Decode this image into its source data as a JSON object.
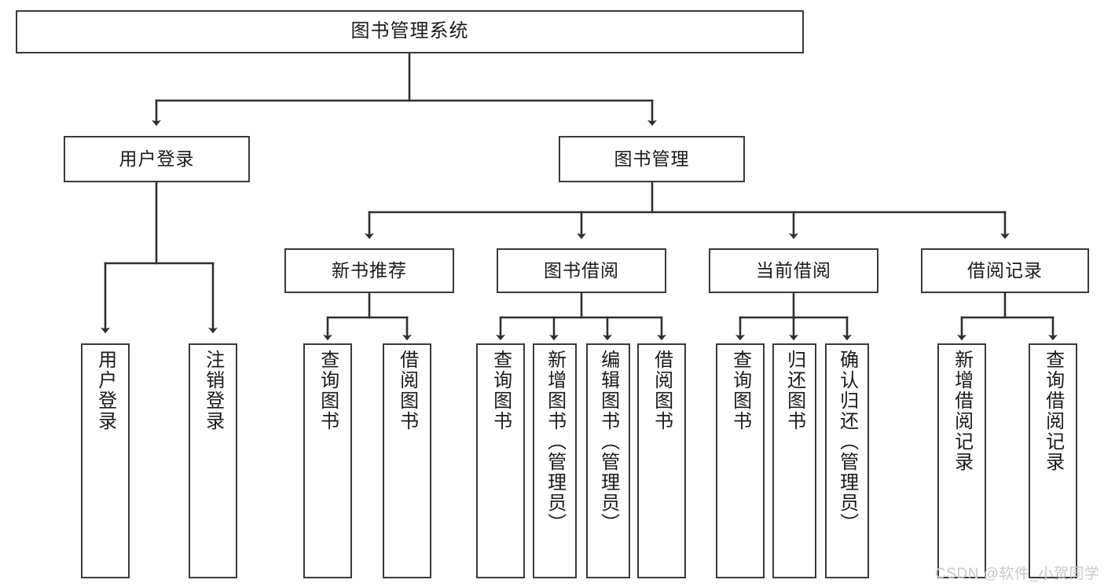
{
  "diagram": {
    "title": "图书管理系统",
    "type": "tree",
    "orientation": "top-down",
    "colors": {
      "box_border": "#3a3a3a",
      "box_fill": "#ffffff",
      "edge": "#2f2f2f",
      "text": "#1a1a1a",
      "watermark": "#c9c9c9",
      "background": "#ffffff"
    },
    "watermark": "CSDN @软件_小贺同学",
    "nodes": {
      "root": {
        "label": "图书管理系统"
      },
      "level2": [
        {
          "id": "user-login",
          "label": "用户登录"
        },
        {
          "id": "book-manage",
          "label": "图书管理"
        }
      ],
      "level3": [
        {
          "id": "new-book-rec",
          "label": "新书推荐"
        },
        {
          "id": "book-borrow",
          "label": "图书借阅"
        },
        {
          "id": "current-borrow",
          "label": "当前借阅"
        },
        {
          "id": "borrow-record",
          "label": "借阅记录"
        }
      ],
      "leaves": [
        {
          "id": "leaf-user-login",
          "label": "用户登录",
          "parent": "user-login"
        },
        {
          "id": "leaf-logout-login",
          "label": "注销登录",
          "parent": "user-login"
        },
        {
          "id": "leaf-query-book-1",
          "label": "查询图书",
          "parent": "new-book-rec"
        },
        {
          "id": "leaf-borrow-book-1",
          "label": "借阅图书",
          "parent": "new-book-rec"
        },
        {
          "id": "leaf-query-book-2",
          "label": "查询图书",
          "parent": "book-borrow"
        },
        {
          "id": "leaf-add-book",
          "label": "新增图书（管理员）",
          "parent": "book-borrow"
        },
        {
          "id": "leaf-edit-book",
          "label": "编辑图书（管理员）",
          "parent": "book-borrow"
        },
        {
          "id": "leaf-borrow-book-2",
          "label": "借阅图书",
          "parent": "book-borrow"
        },
        {
          "id": "leaf-query-book-3",
          "label": "查询图书",
          "parent": "current-borrow"
        },
        {
          "id": "leaf-return-book",
          "label": "归还图书",
          "parent": "current-borrow"
        },
        {
          "id": "leaf-confirm-return",
          "label": "确认归还（管理员）",
          "parent": "current-borrow"
        },
        {
          "id": "leaf-add-record",
          "label": "新增借阅记录",
          "parent": "borrow-record"
        },
        {
          "id": "leaf-query-record",
          "label": "查询借阅记录",
          "parent": "borrow-record"
        }
      ]
    }
  }
}
